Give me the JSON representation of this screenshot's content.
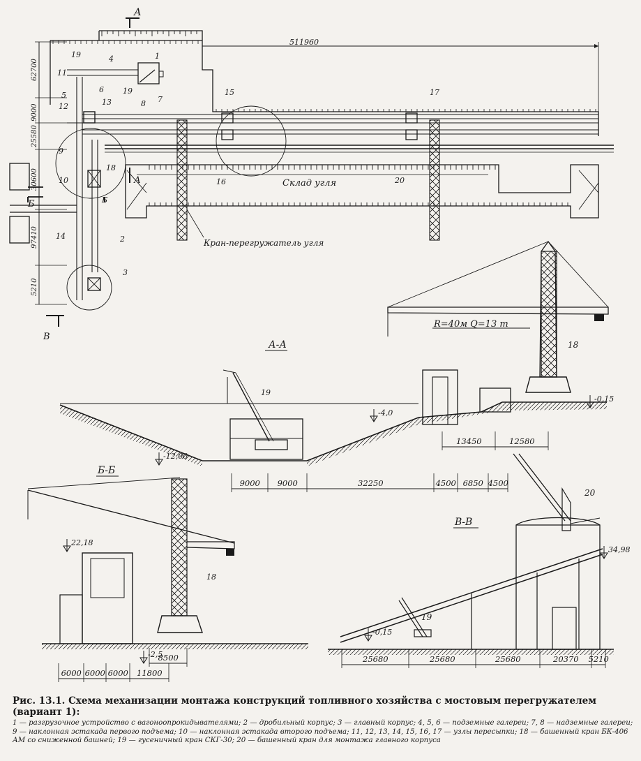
{
  "plan": {
    "section_marks": {
      "a_top": "А",
      "a_mid": "А",
      "b": "Б",
      "b2": "Б",
      "v": "В"
    },
    "overall_dim": "511960",
    "left_dims": [
      "62700",
      "9000",
      "25580",
      "30600",
      "97410",
      "5210"
    ],
    "numbers": [
      "19",
      "4",
      "1",
      "19",
      "11",
      "5",
      "6",
      "12",
      "13",
      "8",
      "7",
      "9",
      "18",
      "10",
      "2",
      "14",
      "15",
      "16",
      "17",
      "20",
      "3"
    ],
    "storage_label": "Склад угля",
    "crane_label": "Кран-перегружатель угля"
  },
  "top_crane": {
    "label": "R=40м  Q=13 т",
    "number": "18"
  },
  "section_aa": {
    "title": "А-А",
    "number_19": "19",
    "marks": [
      "-4,0",
      "-12,00",
      "-0,15"
    ],
    "dims": [
      "9000",
      "9000",
      "32250",
      "4500",
      "6850",
      "4500",
      "13450",
      "12580"
    ]
  },
  "section_bb": {
    "title": "Б-Б",
    "number": "18",
    "marks": [
      "22,18",
      "-2,5"
    ],
    "dims": [
      "6000",
      "6000",
      "6000",
      "11800",
      "8500"
    ]
  },
  "section_vv": {
    "title": "В-В",
    "numbers": [
      "20",
      "19"
    ],
    "marks": [
      "34,98",
      "-0,15"
    ],
    "dims": [
      "25680",
      "25680",
      "25680",
      "20370",
      "5210"
    ]
  },
  "caption": {
    "title": "Рис. 13.1. Схема механизации монтажа конструкций топливного хозяйства с мостовым перегружателем (вариант 1):",
    "legend": "1 — разгрузочное устройство с вагоноопрокидывателями; 2 — дробильный корпус; 3 — главный корпус; 4, 5, 6 — подземные галереи; 7, 8 — надземные галереи; 9 — наклонная эстакада первого подъема; 10 — наклонная эстакада второго подъема; 11, 12, 13, 14, 15, 16, 17 — узлы пересыпки; 18 — башенный кран БК-406 АМ со сниженной башней; 19 — гусеничный кран СКГ-30; 20 — башенный кран для монтажа главного корпуса"
  }
}
